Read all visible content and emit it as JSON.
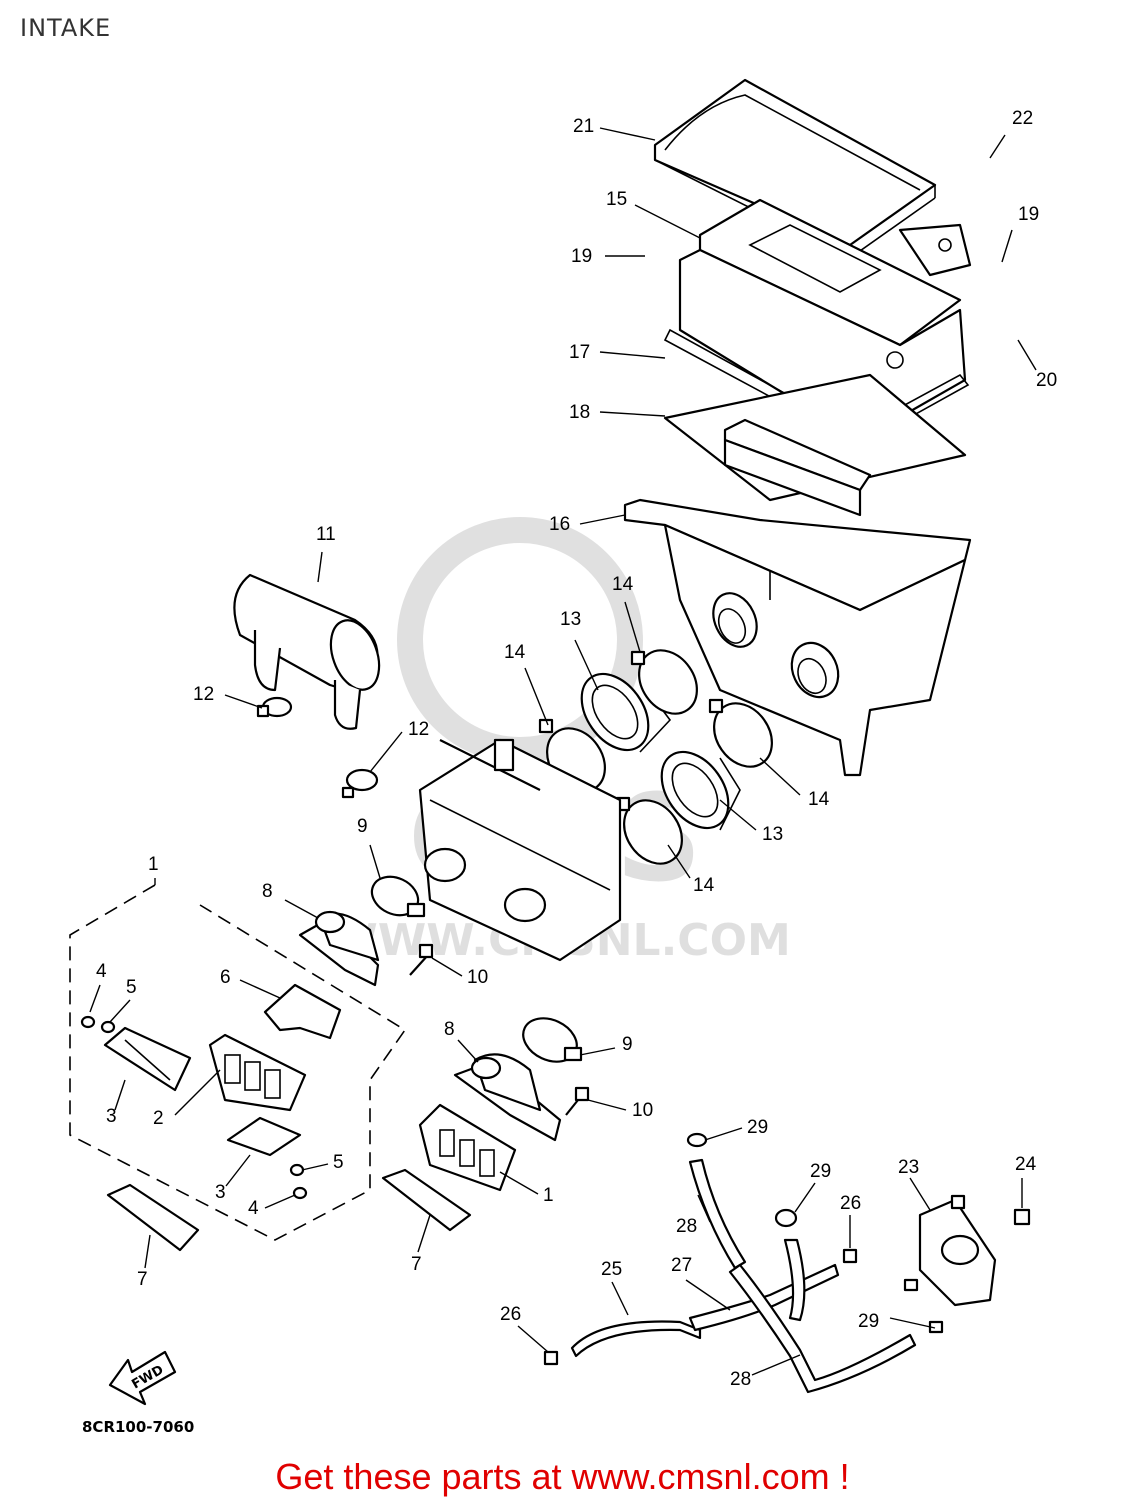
{
  "title": "INTAKE",
  "drawing_code": "8CR100-7060",
  "fwd_label": "FWD",
  "footer": "Get these parts at www.cmsnl.com !",
  "watermark": {
    "text": "WWW.CMSNL.COM",
    "logo": "CMS"
  },
  "callouts": [
    {
      "id": "c21",
      "text": "21"
    },
    {
      "id": "c22",
      "text": "22"
    },
    {
      "id": "c15",
      "text": "15"
    },
    {
      "id": "c19a",
      "text": "19"
    },
    {
      "id": "c19b",
      "text": "19"
    },
    {
      "id": "c17",
      "text": "17"
    },
    {
      "id": "c20",
      "text": "20"
    },
    {
      "id": "c18",
      "text": "18"
    },
    {
      "id": "c16",
      "text": "16"
    },
    {
      "id": "c11",
      "text": "11"
    },
    {
      "id": "c14a",
      "text": "14"
    },
    {
      "id": "c13a",
      "text": "13"
    },
    {
      "id": "c14b",
      "text": "14"
    },
    {
      "id": "c12a",
      "text": "12"
    },
    {
      "id": "c12b",
      "text": "12"
    },
    {
      "id": "c14c",
      "text": "14"
    },
    {
      "id": "c13b",
      "text": "13"
    },
    {
      "id": "c9a",
      "text": "9"
    },
    {
      "id": "c14d",
      "text": "14"
    },
    {
      "id": "c1a",
      "text": "1"
    },
    {
      "id": "c8a",
      "text": "8"
    },
    {
      "id": "c10a",
      "text": "10"
    },
    {
      "id": "c6",
      "text": "6"
    },
    {
      "id": "c4a",
      "text": "4"
    },
    {
      "id": "c5a",
      "text": "5"
    },
    {
      "id": "c8b",
      "text": "8"
    },
    {
      "id": "c9b",
      "text": "9"
    },
    {
      "id": "c3a",
      "text": "3"
    },
    {
      "id": "c2",
      "text": "2"
    },
    {
      "id": "c10b",
      "text": "10"
    },
    {
      "id": "c29a",
      "text": "29"
    },
    {
      "id": "c5b",
      "text": "5"
    },
    {
      "id": "c3b",
      "text": "3"
    },
    {
      "id": "c23",
      "text": "23"
    },
    {
      "id": "c24",
      "text": "24"
    },
    {
      "id": "c29b",
      "text": "29"
    },
    {
      "id": "c26a",
      "text": "26"
    },
    {
      "id": "c4b",
      "text": "4"
    },
    {
      "id": "c1b",
      "text": "1"
    },
    {
      "id": "c28a",
      "text": "28"
    },
    {
      "id": "c7a",
      "text": "7"
    },
    {
      "id": "c7b",
      "text": "7"
    },
    {
      "id": "c25",
      "text": "25"
    },
    {
      "id": "c27",
      "text": "27"
    },
    {
      "id": "c26b",
      "text": "26"
    },
    {
      "id": "c29c",
      "text": "29"
    },
    {
      "id": "c28b",
      "text": "28"
    }
  ]
}
